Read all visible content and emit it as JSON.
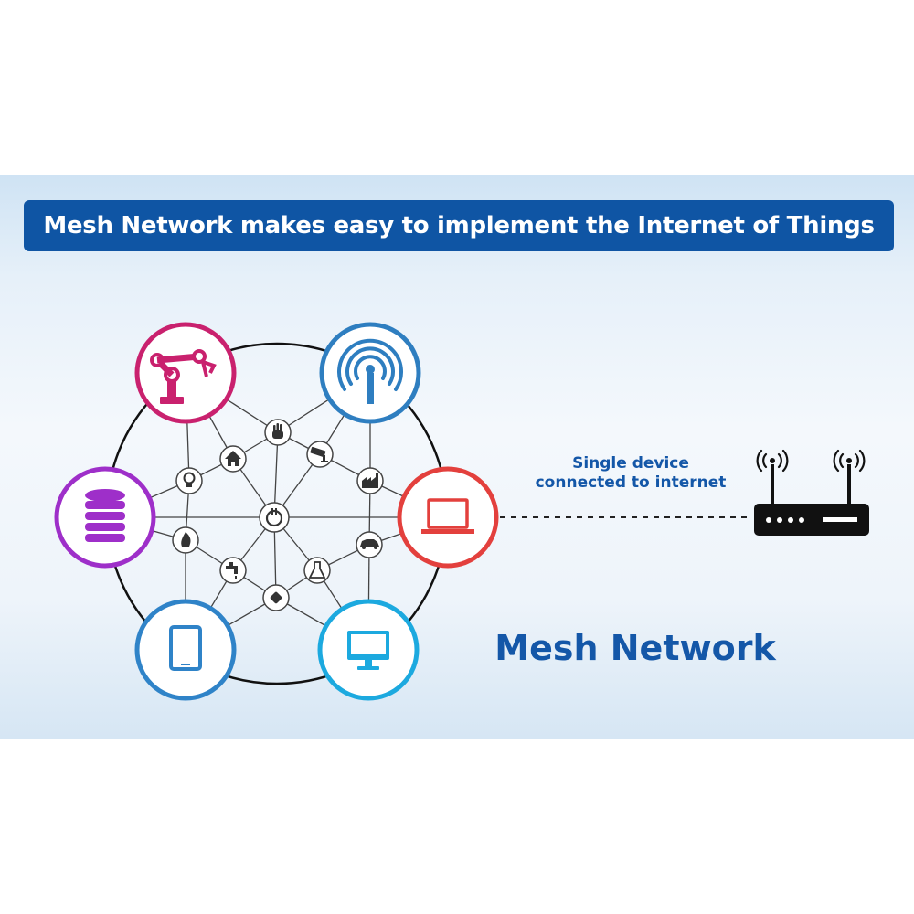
{
  "header": {
    "title": "Mesh Network makes easy to implement the Internet of Things"
  },
  "connection_note": {
    "line1": "Single device",
    "line2": "connected to internet"
  },
  "diagram_label": "Mesh Network",
  "colors": {
    "banner": "#0f55a4",
    "label_text": "#1457a8",
    "robot_arm": "#c9216e",
    "antenna": "#2e7ec0",
    "database": "#9e2fc9",
    "laptop": "#e3403d",
    "tablet": "#2f83c8",
    "monitor": "#1ca9df",
    "router": "#111111"
  },
  "device_nodes": [
    {
      "icon": "robot-arm-icon"
    },
    {
      "icon": "antenna-icon"
    },
    {
      "icon": "database-icon"
    },
    {
      "icon": "laptop-icon"
    },
    {
      "icon": "tablet-icon"
    },
    {
      "icon": "monitor-icon"
    }
  ],
  "sensor_nodes": [
    {
      "icon": "hand-icon"
    },
    {
      "icon": "house-icon"
    },
    {
      "icon": "security-camera-icon"
    },
    {
      "icon": "lightbulb-icon"
    },
    {
      "icon": "factory-icon"
    },
    {
      "icon": "power-plug-icon"
    },
    {
      "icon": "fire-icon"
    },
    {
      "icon": "car-icon"
    },
    {
      "icon": "faucet-icon"
    },
    {
      "icon": "flask-icon"
    },
    {
      "icon": "plug-icon"
    }
  ],
  "gateway": {
    "icon": "router-icon"
  }
}
